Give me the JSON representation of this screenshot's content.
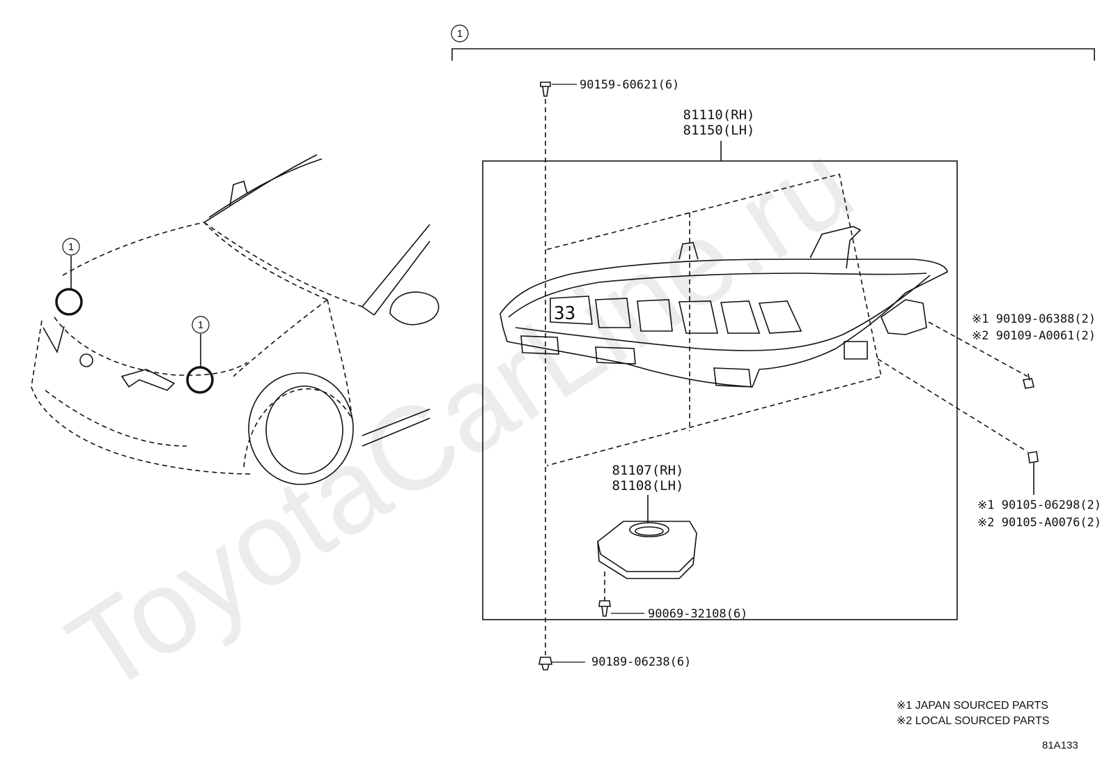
{
  "watermark": "ToyotaCarLine.ru",
  "assembly_marker": "1",
  "car_markers": [
    "1",
    "1"
  ],
  "headlamp_assembly": {
    "line1": "81110(RH)",
    "line2": "81150(LH)"
  },
  "ballast": {
    "line1": "81107(RH)",
    "line2": "81108(LH)"
  },
  "parts": {
    "top_screw": "90159-60621(6)",
    "bottom_nut": "90189-06238(6)",
    "ballast_screw": "90069-32108(6)",
    "right_upper_1": "※1 90109-06388(2)",
    "right_upper_2": "※2 90109-A0061(2)",
    "right_lower_1": "※1 90105-06298(2)",
    "right_lower_2": "※2 90105-A0076(2)"
  },
  "notes": [
    "※1 JAPAN SOURCED PARTS",
    "※2 LOCAL SOURCED PARTS"
  ],
  "figure_code": "81A133"
}
